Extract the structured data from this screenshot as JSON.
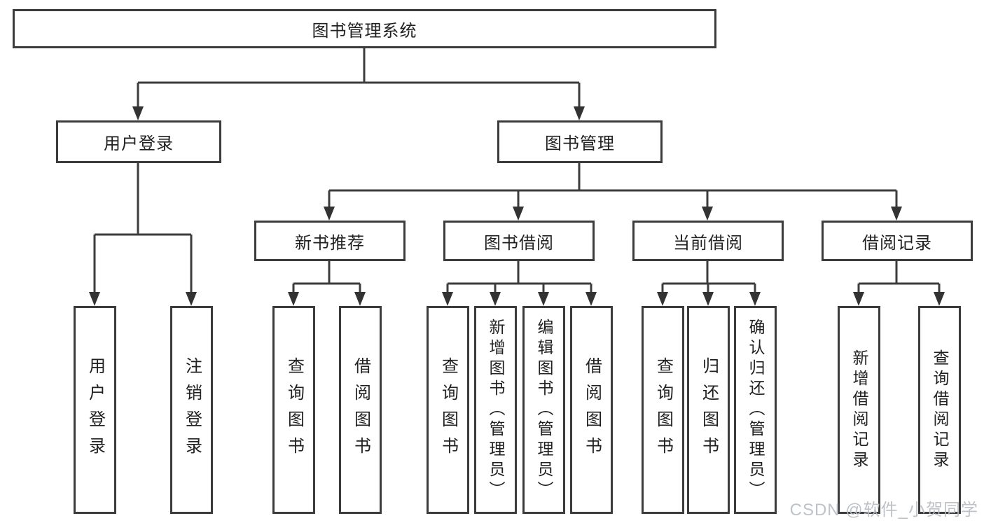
{
  "tree": {
    "label": "图书管理系统",
    "children": [
      {
        "label": "用户登录",
        "children": [
          {
            "label": "用户登录"
          },
          {
            "label": "注销登录"
          }
        ]
      },
      {
        "label": "图书管理",
        "children": [
          {
            "label": "新书推荐",
            "children": [
              {
                "label": "查询图书"
              },
              {
                "label": "借阅图书"
              }
            ]
          },
          {
            "label": "图书借阅",
            "children": [
              {
                "label": "查询图书"
              },
              {
                "label": "新增图书（管理员）"
              },
              {
                "label": "编辑图书（管理员）"
              },
              {
                "label": "借阅图书"
              }
            ]
          },
          {
            "label": "当前借阅",
            "children": [
              {
                "label": "查询图书"
              },
              {
                "label": "归还图书"
              },
              {
                "label": "确认归还（管理员）"
              }
            ]
          },
          {
            "label": "借阅记录",
            "children": [
              {
                "label": "新增借阅记录"
              },
              {
                "label": "查询借阅记录"
              }
            ]
          }
        ]
      }
    ]
  },
  "watermark": "CSDN @软件_小贺同学",
  "colors": {
    "line": "#3c3c3c",
    "text": "#212121",
    "watermark": "#b9bdc3",
    "background": "#ffffff"
  }
}
